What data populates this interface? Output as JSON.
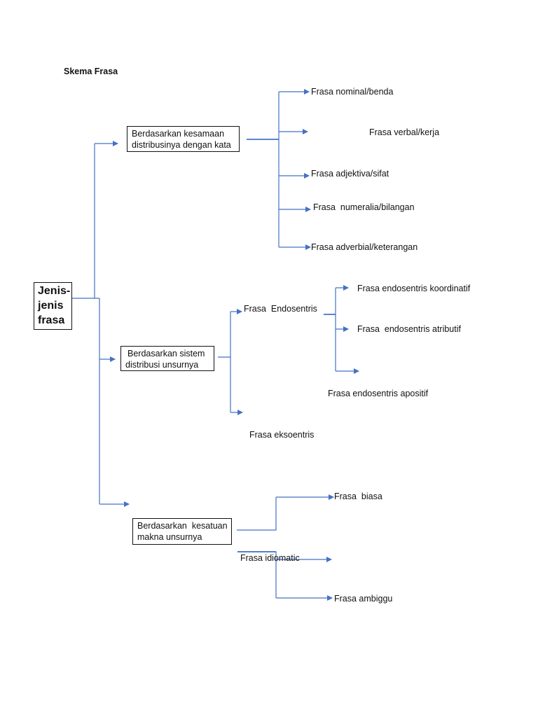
{
  "title": "Skema Frasa",
  "root": {
    "line1": "Jenis-",
    "line2": "jenis",
    "line3": "frasa"
  },
  "branches": {
    "distribusi_kata": {
      "line1": "Berdasarkan kesamaan",
      "line2": "distribusinya dengan kata",
      "children": [
        "Frasa nominal/benda",
        "Frasa verbal/kerja",
        "Frasa adjektiva/sifat",
        "Frasa  numeralia/bilangan",
        "Frasa adverbial/keterangan"
      ]
    },
    "sistem_distribusi": {
      "line1": "Berdasarkan sistem",
      "line2": "distribusi unsurnya",
      "endosentris": "Frasa  Endosentris",
      "endosentris_children": [
        "Frasa endosentris koordinatif",
        "Frasa  endosentris atributif",
        "Frasa endosentris apositif"
      ],
      "eksoentris": "Frasa eksoentris"
    },
    "kesatuan_makna": {
      "line1": "Berdasarkan  kesatuan",
      "line2": "makna unsurnya",
      "children": [
        "Frasa  biasa",
        "Frasa idiomatic",
        "Frasa ambiggu"
      ]
    }
  },
  "colors": {
    "connector": "#4472c4",
    "text": "#111111",
    "border": "#111111"
  }
}
